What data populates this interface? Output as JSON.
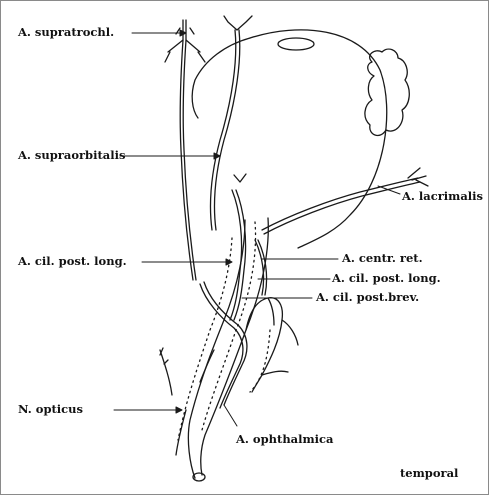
{
  "labels": {
    "supratrochl": "A. supratrochl.",
    "supraorbitalis": "A. supraorbitalis",
    "cil_post_long_left": "A. cil. post. long.",
    "lacrimalis": "A. lacrimalis",
    "centr_ret": "A. centr. ret.",
    "cil_post_long_right": "A. cil. post. long.",
    "cil_post_brev": "A. cil. post.brev.",
    "n_opticus": "N. opticus",
    "ophthalmica": "A. ophthalmica",
    "temporal": "temporal"
  }
}
